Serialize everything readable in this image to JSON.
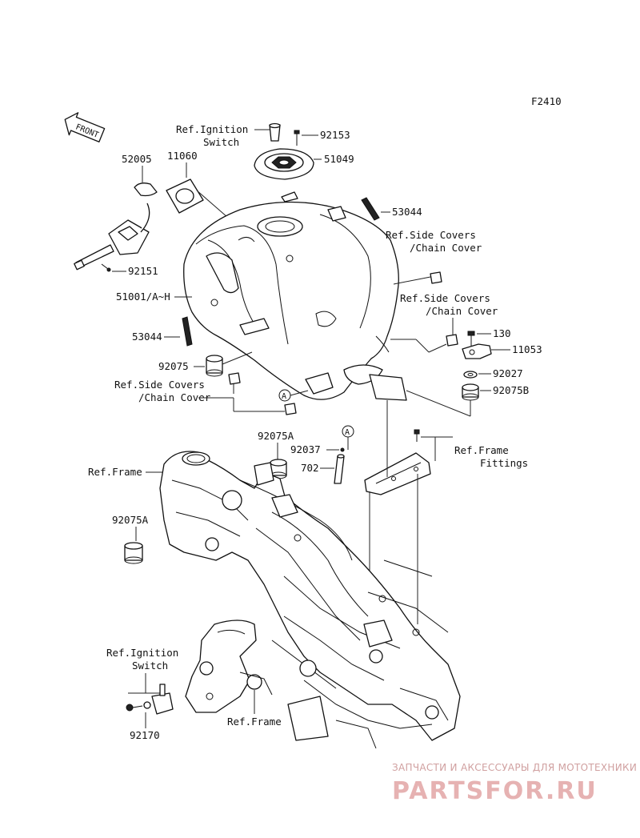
{
  "figure_code": "F2410",
  "front_label": "FRONT",
  "callouts": {
    "c92153": "92153",
    "c51049": "51049",
    "c52005": "52005",
    "c11060": "11060",
    "c53044_top": "53044",
    "c92151": "92151",
    "c51001": "51001/A~H",
    "c53044_left": "53044",
    "c92075": "92075",
    "c130": "130",
    "c11053": "11053",
    "c92027": "92027",
    "c92075B": "92075B",
    "c92075A_top": "92075A",
    "c92037": "92037",
    "c702": "702",
    "c92075A_left": "92075A",
    "c92170": "92170"
  },
  "references": {
    "ignition_top_1": "Ref.Ignition",
    "ignition_top_2": "Switch",
    "side_covers_a_1": "Ref.Side Covers",
    "side_covers_a_2": "/Chain Cover",
    "side_covers_b_1": "Ref.Side Covers",
    "side_covers_b_2": "/Chain Cover",
    "side_covers_c_1": "Ref.Side Covers",
    "side_covers_c_2": "/Chain Cover",
    "frame_top": "Ref.Frame",
    "frame_fittings_1": "Ref.Frame",
    "frame_fittings_2": "Fittings",
    "ignition_bottom_1": "Ref.Ignition",
    "ignition_bottom_2": "Switch",
    "frame_bottom": "Ref.Frame"
  },
  "markers": {
    "a1": "A",
    "a2": "A"
  },
  "watermark": {
    "tagline": "ЗАПЧАСТИ И АКСЕССУАРЫ ДЛЯ МОТОТЕХНИКИ",
    "brand": "PARTSFOR.RU"
  }
}
